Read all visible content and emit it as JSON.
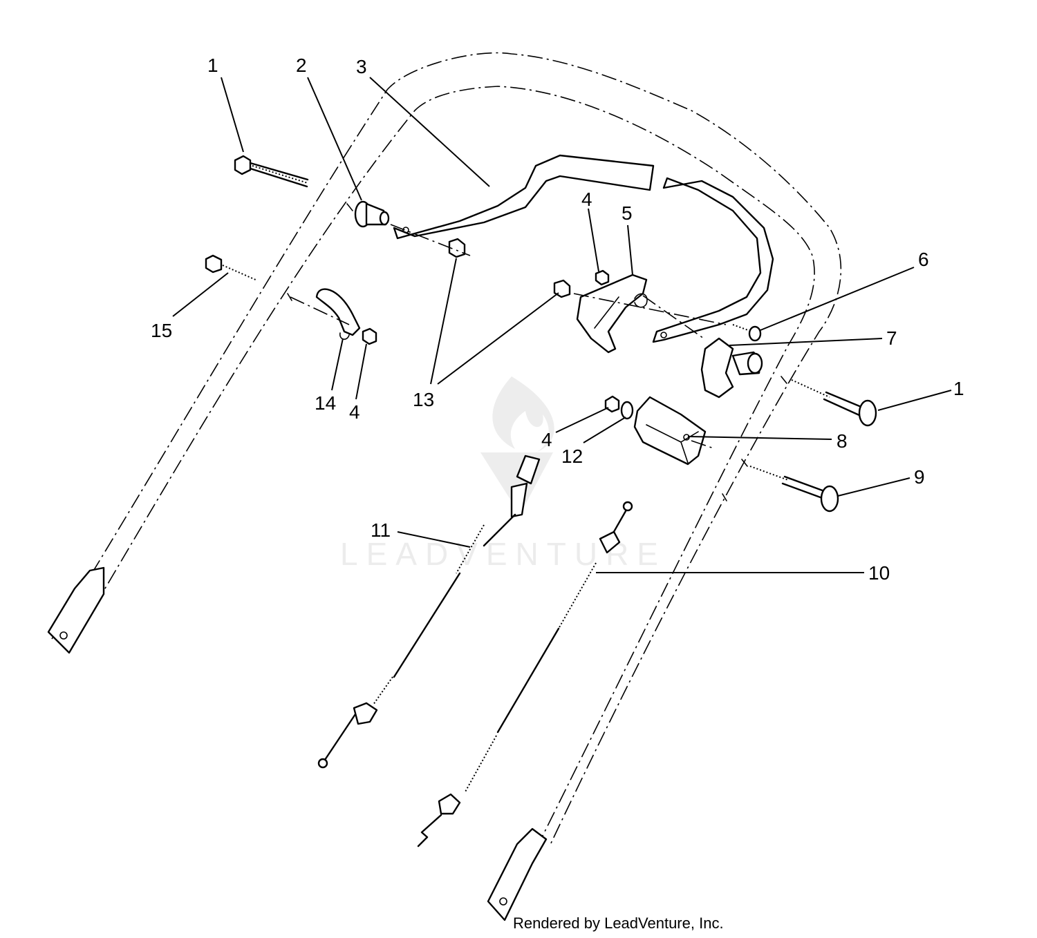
{
  "diagram": {
    "callouts": [
      {
        "id": "c1a",
        "label": "1"
      },
      {
        "id": "c2",
        "label": "2"
      },
      {
        "id": "c3",
        "label": "3"
      },
      {
        "id": "c4a",
        "label": "4"
      },
      {
        "id": "c5",
        "label": "5"
      },
      {
        "id": "c6",
        "label": "6"
      },
      {
        "id": "c7",
        "label": "7"
      },
      {
        "id": "c1b",
        "label": "1"
      },
      {
        "id": "c15",
        "label": "15"
      },
      {
        "id": "c14",
        "label": "14"
      },
      {
        "id": "c4b",
        "label": "4"
      },
      {
        "id": "c13",
        "label": "13"
      },
      {
        "id": "c4c",
        "label": "4"
      },
      {
        "id": "c12",
        "label": "12"
      },
      {
        "id": "c8",
        "label": "8"
      },
      {
        "id": "c9",
        "label": "9"
      },
      {
        "id": "c11",
        "label": "11"
      },
      {
        "id": "c10",
        "label": "10"
      }
    ],
    "watermark": "LEADVENTURE",
    "footer": "Rendered by LeadVenture, Inc."
  }
}
